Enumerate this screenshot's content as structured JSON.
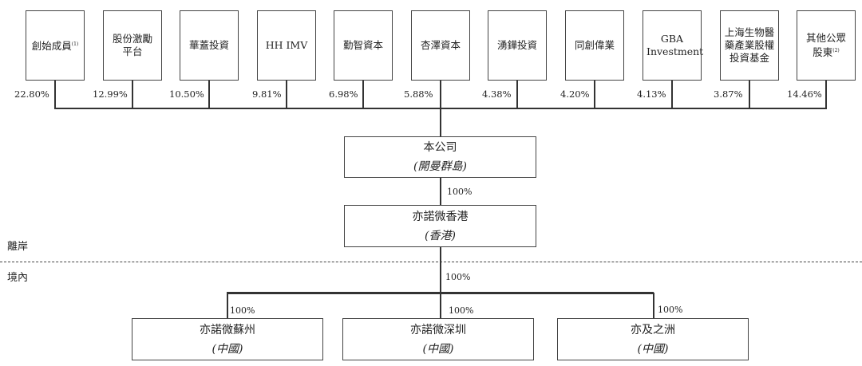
{
  "shareholders": [
    {
      "name": "創始成員",
      "note": "(1)",
      "pct": "22.80%"
    },
    {
      "name": "股份激勵平台",
      "pct": "12.99%"
    },
    {
      "name": "華蓋投資",
      "pct": "10.50%"
    },
    {
      "name": "HH IMV",
      "pct": "9.81%"
    },
    {
      "name": "勤智資本",
      "pct": "6.98%"
    },
    {
      "name": "杏澤資本",
      "pct": "5.88%"
    },
    {
      "name": "湧鏵投資",
      "pct": "4.38%"
    },
    {
      "name": "同創偉業",
      "pct": "4.20%"
    },
    {
      "name": "GBA Investment",
      "pct": "4.13%"
    },
    {
      "name": "上海生物醫藥產業股權投資基金",
      "pct": "3.87%"
    },
    {
      "name": "其他公眾股東",
      "note": "(2)",
      "pct": "14.46%"
    }
  ],
  "company": {
    "name": "本公司",
    "location": "(開曼群島)"
  },
  "hk": {
    "name": "亦諾微香港",
    "location": "(香港)",
    "pct": "100%"
  },
  "zones": {
    "offshore": "離岸",
    "onshore": "境內"
  },
  "onshore_pct": "100%",
  "subsidiaries": [
    {
      "name": "亦諾微蘇州",
      "location": "(中國)",
      "pct": "100%"
    },
    {
      "name": "亦諾微深圳",
      "location": "(中國)",
      "pct": "100%"
    },
    {
      "name": "亦及之洲",
      "location": "(中國)",
      "pct": "100%"
    }
  ]
}
